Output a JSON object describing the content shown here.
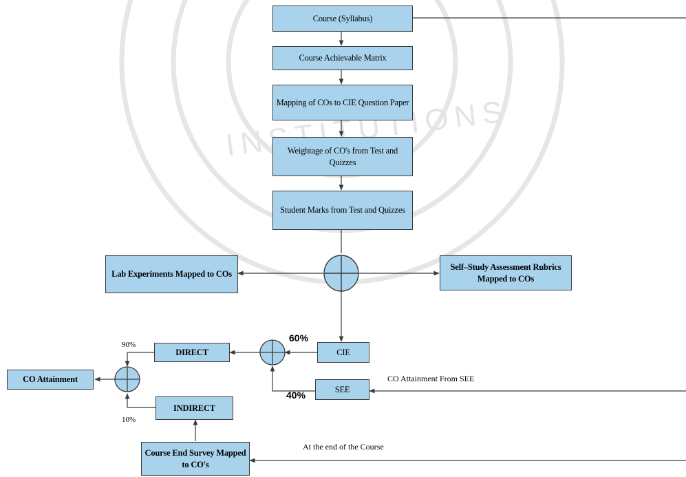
{
  "colors": {
    "box_fill": "#a9d3ec",
    "line": "#3a3a3a",
    "watermark": "#e4e4e4"
  },
  "watermark": {
    "text": "INSTITUTIONS"
  },
  "boxes": {
    "course": "Course (Syllabus)",
    "matrix": "Course Achievable Matrix",
    "mapping": "Mapping of COs to CIE Question Paper",
    "weightage": "Weightage of CO's from Test and Quizzes",
    "marks": "Student Marks from Test and Quizzes",
    "lab": "Lab Experiments Mapped to COs",
    "self_study": "Self–Study Assessment Rubrics Mapped to COs",
    "cie": "CIE",
    "see": "SEE",
    "direct": "DIRECT",
    "indirect": "INDIRECT",
    "co_attainment": "CO Attainment",
    "survey": "Course End Survey Mapped to CO's"
  },
  "labels": {
    "cie_pct": "60%",
    "see_pct": "40%",
    "direct_pct": "90%",
    "indirect_pct": "10%",
    "see_input": "CO Attainment From SEE",
    "survey_input": "At the end of the Course"
  },
  "icons": [
    "summing-junction-icon",
    "arrow-icon"
  ]
}
